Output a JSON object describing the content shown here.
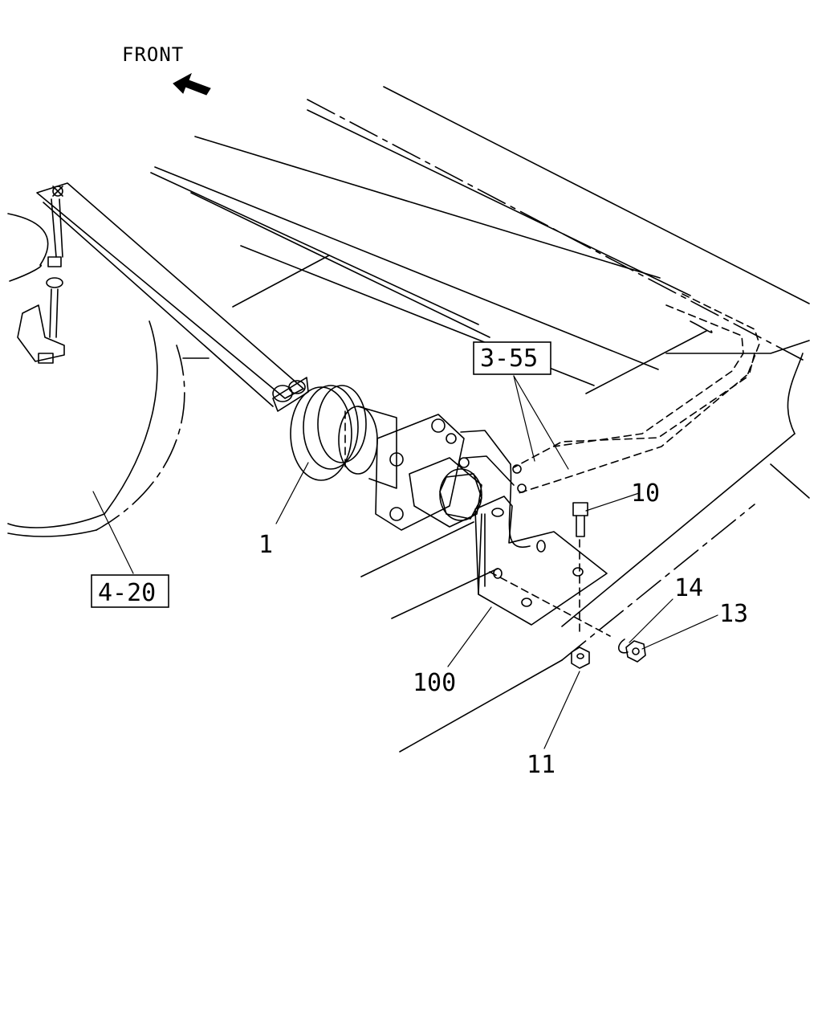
{
  "orientation": {
    "label": "FRONT"
  },
  "reference_labels": [
    {
      "id": "ref-3-55",
      "text": "3-55"
    },
    {
      "id": "ref-4-20",
      "text": "4-20"
    }
  ],
  "part_callouts": [
    {
      "id": "part-1",
      "text": "1"
    },
    {
      "id": "part-10",
      "text": "10"
    },
    {
      "id": "part-11",
      "text": "11"
    },
    {
      "id": "part-13",
      "text": "13"
    },
    {
      "id": "part-14",
      "text": "14"
    },
    {
      "id": "part-100",
      "text": "100"
    }
  ]
}
